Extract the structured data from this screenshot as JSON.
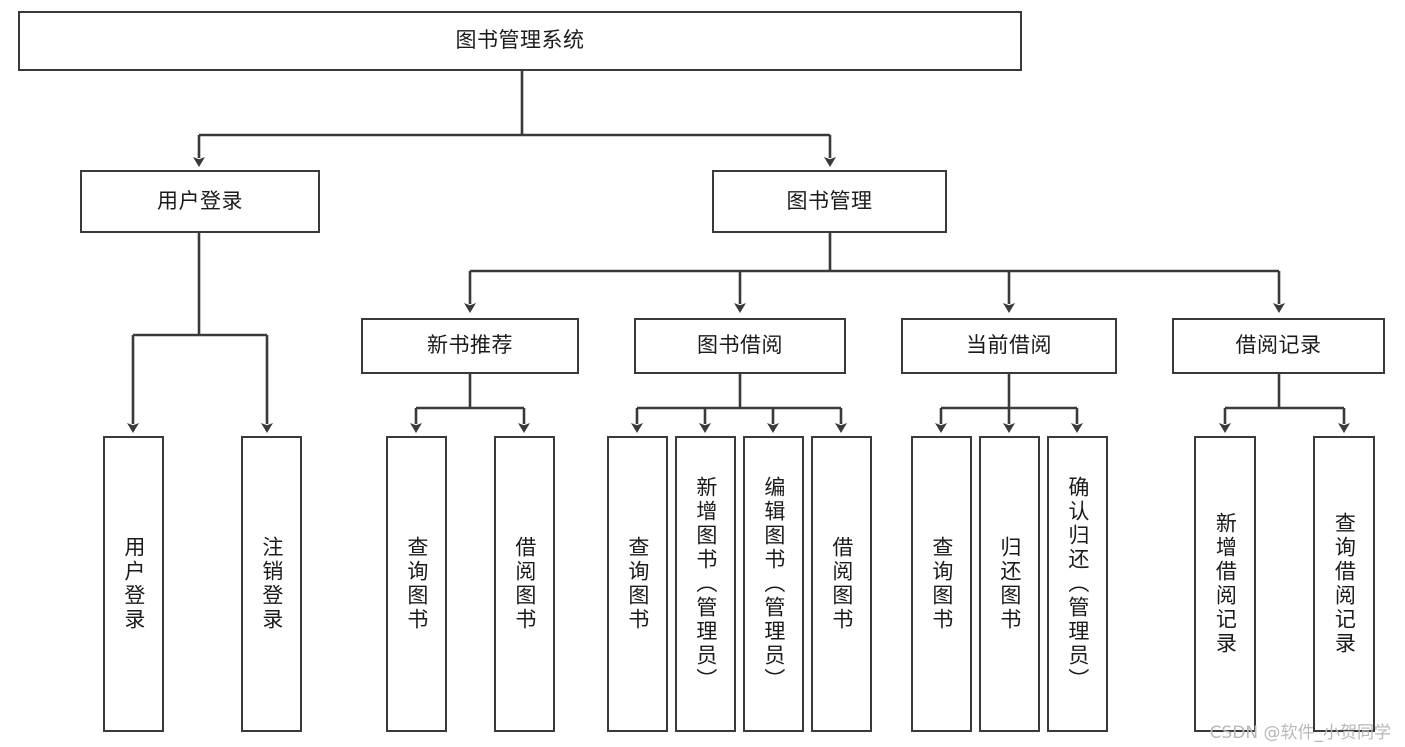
{
  "diagram": {
    "title": "图书管理系统",
    "type": "hierarchy-tree",
    "root": {
      "id": "root",
      "label": "图书管理系统",
      "orientation": "horizontal"
    },
    "level2": [
      {
        "id": "user-login",
        "label": "用户登录",
        "orientation": "horizontal"
      },
      {
        "id": "book-manage",
        "label": "图书管理",
        "orientation": "horizontal"
      }
    ],
    "level3": [
      {
        "id": "new-book-recommend",
        "label": "新书推荐",
        "orientation": "horizontal",
        "parent": "book-manage"
      },
      {
        "id": "book-borrow",
        "label": "图书借阅",
        "orientation": "horizontal",
        "parent": "book-manage"
      },
      {
        "id": "current-borrow",
        "label": "当前借阅",
        "orientation": "horizontal",
        "parent": "book-manage"
      },
      {
        "id": "borrow-record",
        "label": "借阅记录",
        "orientation": "horizontal",
        "parent": "book-manage"
      }
    ],
    "leaves": [
      {
        "id": "leaf-user-login",
        "label": "用户登录",
        "parent": "user-login"
      },
      {
        "id": "leaf-logout-login",
        "label": "注销登录",
        "parent": "user-login"
      },
      {
        "id": "leaf-query-book-1",
        "label": "查询图书",
        "parent": "new-book-recommend"
      },
      {
        "id": "leaf-borrow-book-1",
        "label": "借阅图书",
        "parent": "new-book-recommend"
      },
      {
        "id": "leaf-query-book-2",
        "label": "查询图书",
        "parent": "book-borrow"
      },
      {
        "id": "leaf-add-book",
        "label": "新增图书（管理员）",
        "parent": "book-borrow"
      },
      {
        "id": "leaf-edit-book",
        "label": "编辑图书（管理员）",
        "parent": "book-borrow"
      },
      {
        "id": "leaf-borrow-book-2",
        "label": "借阅图书",
        "parent": "book-borrow"
      },
      {
        "id": "leaf-query-book-3",
        "label": "查询图书",
        "parent": "current-borrow"
      },
      {
        "id": "leaf-return-book",
        "label": "归还图书",
        "parent": "current-borrow"
      },
      {
        "id": "leaf-confirm-return",
        "label": "确认归还（管理员）",
        "parent": "current-borrow"
      },
      {
        "id": "leaf-add-record",
        "label": "新增借阅记录",
        "parent": "borrow-record"
      },
      {
        "id": "leaf-query-record",
        "label": "查询借阅记录",
        "parent": "borrow-record"
      }
    ],
    "colors": {
      "stroke": "#3a3a3a",
      "text": "#1b1b1b",
      "background": "#ffffff",
      "watermark": "#b8b8b8"
    }
  },
  "watermark": {
    "text": "CSDN @软件_小贺同学"
  }
}
